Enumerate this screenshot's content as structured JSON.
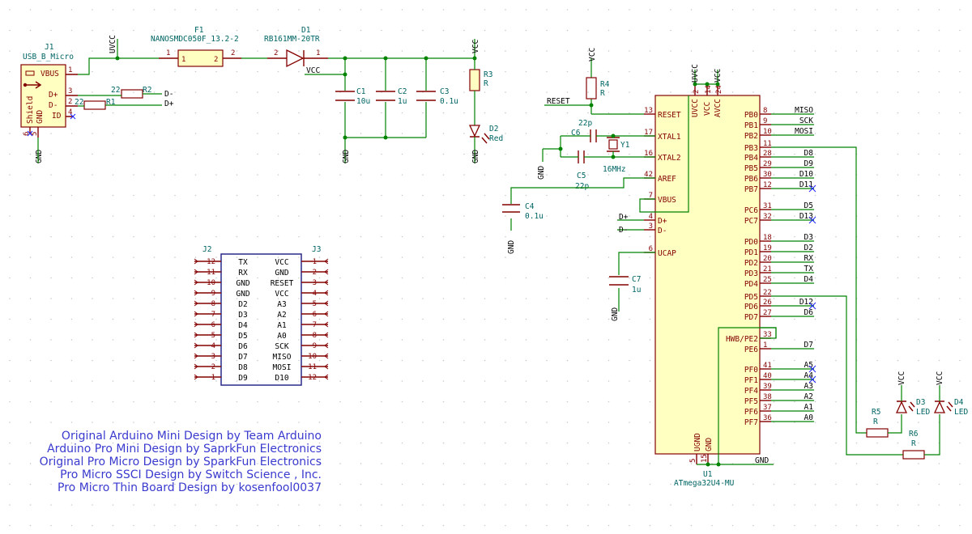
{
  "usb": {
    "ref": "J1",
    "name": "USB_B_Micro",
    "pins": [
      "VBUS",
      "D+",
      "D-",
      "ID",
      "GND",
      "Shield"
    ],
    "pin_nums": [
      "1",
      "3",
      "2",
      "4",
      "5",
      "6"
    ],
    "vbus_net": "UVCC",
    "gnd": "GND"
  },
  "fuse": {
    "ref": "F1",
    "value": "NANOSMDC050F_13.2-2",
    "p1": "1",
    "p2": "2"
  },
  "diode": {
    "ref": "D1",
    "value": "RB161MM-20TR",
    "p1": "2",
    "p2": "1",
    "out_net": "VCC"
  },
  "caps": [
    {
      "ref": "C1",
      "value": "10u"
    },
    {
      "ref": "C2",
      "value": "1u"
    },
    {
      "ref": "C3",
      "value": "0.1u"
    }
  ],
  "r1": {
    "ref": "R1",
    "value": "22",
    "net": "D+"
  },
  "r2": {
    "ref": "R2",
    "value": "22",
    "net": "D-"
  },
  "r3": {
    "ref": "R3",
    "value": "R",
    "net": "VCC"
  },
  "d2": {
    "ref": "D2",
    "value": "Red",
    "gnd": "GND"
  },
  "headers": {
    "j2": "J2",
    "j3": "J3",
    "left_nums": [
      "12",
      "11",
      "10",
      "9",
      "8",
      "7",
      "6",
      "5",
      "4",
      "3",
      "2",
      "1"
    ],
    "right_nums": [
      "1",
      "2",
      "3",
      "4",
      "5",
      "6",
      "7",
      "8",
      "9",
      "10",
      "11",
      "12"
    ],
    "left": [
      "TX",
      "RX",
      "GND",
      "GND",
      "D2",
      "D3",
      "D4",
      "D5",
      "D6",
      "D7",
      "D8",
      "D9"
    ],
    "right": [
      "VCC",
      "GND",
      "RESET",
      "VCC",
      "A3",
      "A2",
      "A1",
      "A0",
      "SCK",
      "MISO",
      "MOSI",
      "D10"
    ]
  },
  "credits": [
    "Original Arduino Mini Design by Team Arduino",
    "Arduino Pro Mini Design by SaprkFun Electronics",
    "Original Pro Micro Design by SparkFun Electronics",
    "Pro Micro SSCI Design by Switch Science , Inc.",
    "Pro Micro Thin Board Design by kosenfool0037"
  ],
  "mcu": {
    "ref": "U1",
    "value": "ATmega32U4-MU",
    "left_pins": [
      {
        "name": "RESET",
        "num": "13",
        "net": "RESET"
      },
      {
        "name": "XTAL1",
        "num": "17",
        "net": ""
      },
      {
        "name": "XTAL2",
        "num": "16",
        "net": ""
      },
      {
        "name": "AREF",
        "num": "42",
        "net": ""
      },
      {
        "name": "VBUS",
        "num": "7",
        "net": ""
      },
      {
        "name": "D+",
        "num": "4",
        "net": "D+"
      },
      {
        "name": "D-",
        "num": "3",
        "net": "D-"
      },
      {
        "name": "UCAP",
        "num": "6",
        "net": ""
      }
    ],
    "top_pins": [
      {
        "name": "UVCC",
        "num": "2",
        "net": "UVCC"
      },
      {
        "name": "VCC",
        "num": "14",
        "net": ""
      },
      {
        "name": "AVCC",
        "num": "24",
        "net": "VCC"
      }
    ],
    "bottom_pins": [
      {
        "name": "UGND",
        "num": "5"
      },
      {
        "name": "GND",
        "num": "15"
      }
    ],
    "gnd_net": "GND",
    "right_pins": [
      {
        "name": "PB0",
        "num": "8",
        "net": "MISO"
      },
      {
        "name": "PB1",
        "num": "9",
        "net": "SCK"
      },
      {
        "name": "PB2",
        "num": "10",
        "net": "MOSI"
      },
      {
        "name": "PB3",
        "num": "11",
        "net": ""
      },
      {
        "name": "PB4",
        "num": "28",
        "net": "D8"
      },
      {
        "name": "PB5",
        "num": "29",
        "net": "D9"
      },
      {
        "name": "PB6",
        "num": "30",
        "net": "D10"
      },
      {
        "name": "PB7",
        "num": "12",
        "net": "D11"
      },
      {
        "name": "PC6",
        "num": "31",
        "net": "D5"
      },
      {
        "name": "PC7",
        "num": "32",
        "net": "D13"
      },
      {
        "name": "PD0",
        "num": "18",
        "net": "D3"
      },
      {
        "name": "PD1",
        "num": "19",
        "net": "D2"
      },
      {
        "name": "PD2",
        "num": "20",
        "net": "RX"
      },
      {
        "name": "PD3",
        "num": "21",
        "net": "TX"
      },
      {
        "name": "PD4",
        "num": "25",
        "net": "D4"
      },
      {
        "name": "PD5",
        "num": "22",
        "net": ""
      },
      {
        "name": "PD6",
        "num": "26",
        "net": "D12"
      },
      {
        "name": "PD7",
        "num": "27",
        "net": "D6"
      },
      {
        "name": "HWB/PE2",
        "num": "33",
        "net": ""
      },
      {
        "name": "PE6",
        "num": "1",
        "net": "D7"
      },
      {
        "name": "PF0",
        "num": "41",
        "net": "A5"
      },
      {
        "name": "PF1",
        "num": "40",
        "net": "A4"
      },
      {
        "name": "PF4",
        "num": "39",
        "net": "A3"
      },
      {
        "name": "PF5",
        "num": "38",
        "net": "A2"
      },
      {
        "name": "PF6",
        "num": "37",
        "net": "A1"
      },
      {
        "name": "PF7",
        "num": "36",
        "net": "A0"
      }
    ]
  },
  "r4": {
    "ref": "R4",
    "value": "R",
    "net": "VCC"
  },
  "c6": {
    "ref": "C6",
    "value": "22p"
  },
  "c5": {
    "ref": "C5",
    "value": "22p"
  },
  "y1": {
    "ref": "Y1",
    "value": "16MHz"
  },
  "c4": {
    "ref": "C4",
    "value": "0.1u"
  },
  "c7": {
    "ref": "C7",
    "value": "1u"
  },
  "gnd": "GND",
  "vcc": "VCC",
  "leds": [
    {
      "ref": "D3",
      "value": "LED"
    },
    {
      "ref": "D4",
      "value": "LED"
    }
  ],
  "r5": {
    "ref": "R5",
    "value": "R"
  },
  "r6": {
    "ref": "R6",
    "value": "R"
  }
}
